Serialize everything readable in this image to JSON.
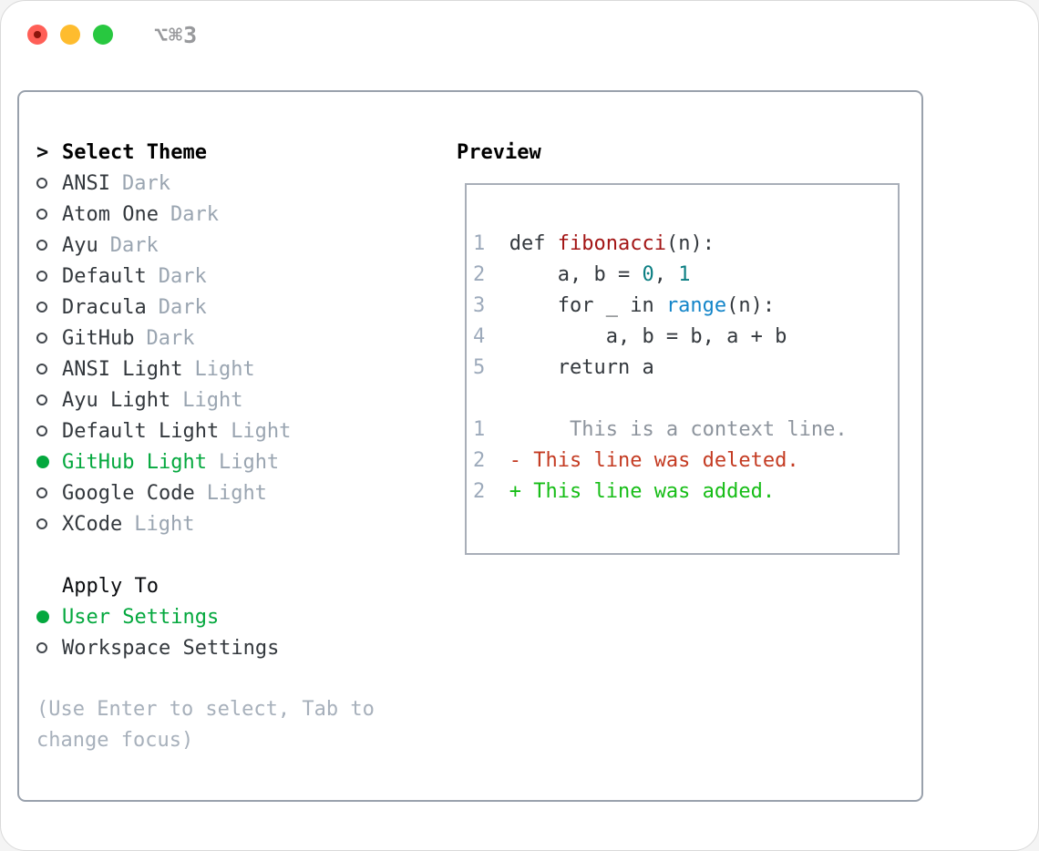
{
  "titlebar": {
    "shortcut": "⌥⌘3"
  },
  "picker": {
    "prompt": ">",
    "heading": "Select Theme",
    "themes": [
      {
        "name": "ANSI",
        "tag": "Dark",
        "selected": false
      },
      {
        "name": "Atom One",
        "tag": "Dark",
        "selected": false
      },
      {
        "name": "Ayu",
        "tag": "Dark",
        "selected": false
      },
      {
        "name": "Default",
        "tag": "Dark",
        "selected": false
      },
      {
        "name": "Dracula",
        "tag": "Dark",
        "selected": false
      },
      {
        "name": "GitHub",
        "tag": "Dark",
        "selected": false
      },
      {
        "name": "ANSI Light",
        "tag": "Light",
        "selected": false
      },
      {
        "name": "Ayu Light",
        "tag": "Light",
        "selected": false
      },
      {
        "name": "Default Light",
        "tag": "Light",
        "selected": false
      },
      {
        "name": "GitHub Light",
        "tag": "Light",
        "selected": true
      },
      {
        "name": "Google Code",
        "tag": "Light",
        "selected": false
      },
      {
        "name": "XCode",
        "tag": "Light",
        "selected": false
      }
    ],
    "apply_heading": "Apply To",
    "apply_options": [
      {
        "name": "User Settings",
        "selected": true
      },
      {
        "name": "Workspace Settings",
        "selected": false
      }
    ],
    "help_lines": [
      "(Use Enter to select, Tab to",
      "change focus)"
    ]
  },
  "preview": {
    "heading": "Preview",
    "lines": [
      {
        "segments": [
          {
            "t": "1  ",
            "c": "gutter"
          },
          {
            "t": "def ",
            "c": "plain"
          },
          {
            "t": "fibonacci",
            "c": "func"
          },
          {
            "t": "(n):",
            "c": "plain"
          }
        ]
      },
      {
        "segments": [
          {
            "t": "2  ",
            "c": "gutter"
          },
          {
            "t": "    a, b = ",
            "c": "plain"
          },
          {
            "t": "0",
            "c": "num"
          },
          {
            "t": ", ",
            "c": "plain"
          },
          {
            "t": "1",
            "c": "num"
          }
        ]
      },
      {
        "segments": [
          {
            "t": "3  ",
            "c": "gutter"
          },
          {
            "t": "    for _ in ",
            "c": "plain"
          },
          {
            "t": "range",
            "c": "builtin"
          },
          {
            "t": "(n):",
            "c": "plain"
          }
        ]
      },
      {
        "segments": [
          {
            "t": "4  ",
            "c": "gutter"
          },
          {
            "t": "        a, b = b, a + b",
            "c": "plain"
          }
        ]
      },
      {
        "segments": [
          {
            "t": "5  ",
            "c": "gutter"
          },
          {
            "t": "    return a",
            "c": "plain"
          }
        ]
      },
      {
        "segments": []
      },
      {
        "segments": [
          {
            "t": "1  ",
            "c": "gutter"
          },
          {
            "t": "     This is a context line.",
            "c": "ctx"
          }
        ]
      },
      {
        "segments": [
          {
            "t": "2  ",
            "c": "gutter"
          },
          {
            "t": "- This line was deleted.",
            "c": "del"
          }
        ]
      },
      {
        "segments": [
          {
            "t": "2  ",
            "c": "gutter"
          },
          {
            "t": "+ This line was added.",
            "c": "add"
          }
        ]
      }
    ]
  },
  "colors": {
    "tl-red": "#ff5f57",
    "tl-red-dot": "#8c150c",
    "tl-yellow": "#febc2e",
    "tl-green": "#28c840",
    "panel-border": "#99a1ac",
    "preview-border": "#a8aeb8",
    "heading-black": "#000000",
    "item-text": "#33383d",
    "tag-gray": "#9aa5b1",
    "help-gray": "#a7b0bb",
    "selection-green": "#04a83e",
    "gutter-gray": "#9daabb",
    "code-plain": "#33383d",
    "function-red": "#a31515",
    "number-teal": "#0b7e82",
    "builtin-blue": "#1385c9",
    "context-gray": "#8d949d",
    "diff-deleted-red": "#c43b22",
    "diff-added-green": "#16bd16"
  }
}
